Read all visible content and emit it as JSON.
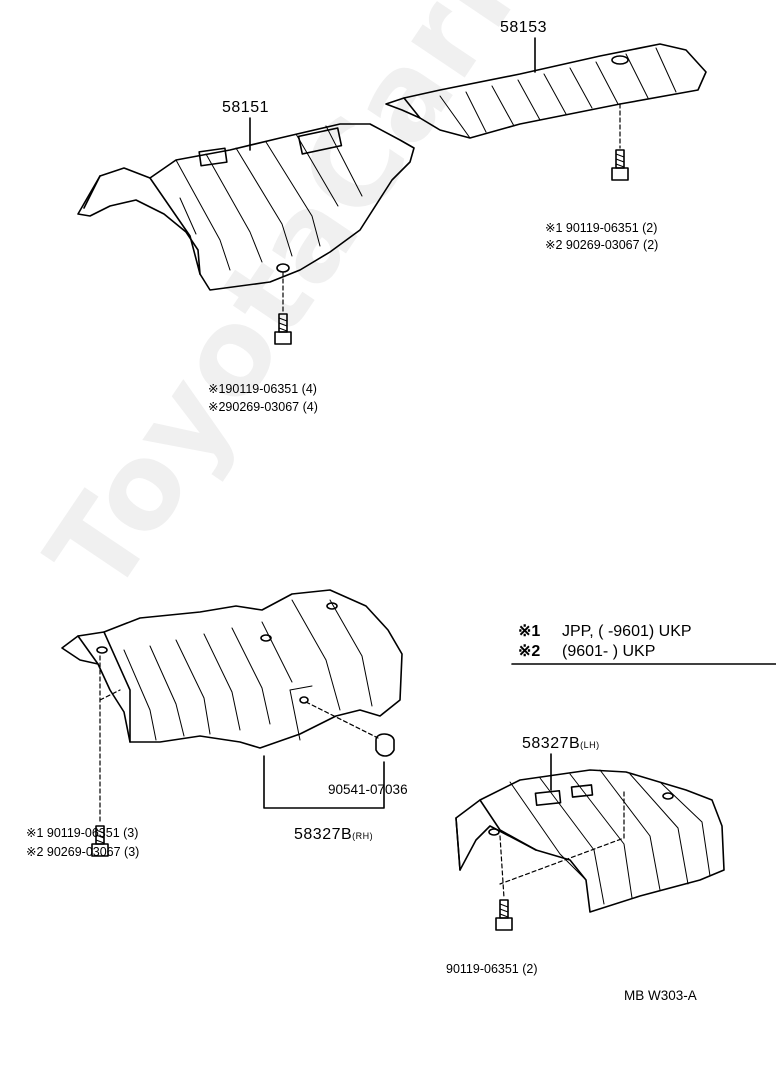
{
  "watermark": "ToyotaCarMine.ru",
  "parts": {
    "p58151": "58151",
    "p58153": "58153",
    "p58327b_lh": "58327B",
    "p58327b_lh_suffix": "(LH)",
    "p58327b_rh": "58327B",
    "p58327b_rh_suffix": "(RH)",
    "p90541": "90541-07036"
  },
  "fasteners": {
    "top_right_1": "※1 90119-06351 (2)",
    "top_right_2": "※2 90269-03067 (2)",
    "top_left_1": "※190119-06351 (4)",
    "top_left_2": "※290269-03067 (4)",
    "bottom_left_1": "※1 90119-06351 (3)",
    "bottom_left_2": "※2 90269-03067 (3)",
    "bottom_right": "90119-06351  (2)"
  },
  "legend": {
    "row1_mark": "※1",
    "row1_text": "JPP, (        -9601) UKP",
    "row2_mark": "※2",
    "row2_text": "(9601-         ) UKP"
  },
  "diagram_code": "MB W303-A",
  "colors": {
    "ink": "#000000",
    "watermark": "#f0f0f0",
    "background": "#ffffff"
  }
}
